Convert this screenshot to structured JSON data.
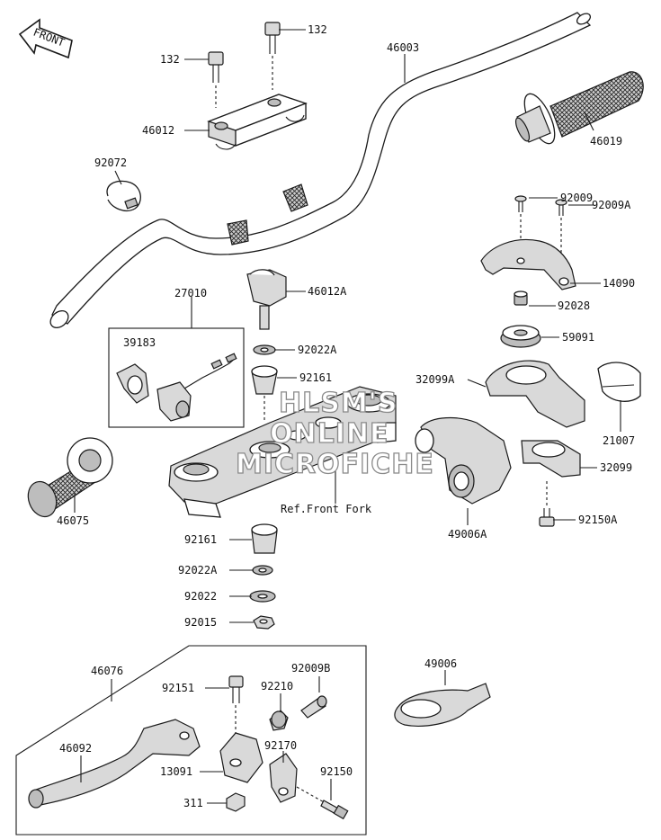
{
  "front_marker": "FRONT",
  "watermark": [
    "HLSM'S",
    "ONLINE",
    "MICROFICHE"
  ],
  "ref_note": "Ref.Front Fork",
  "parts": {
    "p132a": "132",
    "p132b": "132",
    "p46003": "46003",
    "p46012": "46012",
    "p46019": "46019",
    "p92072": "92072",
    "p92009": "92009",
    "p92009A": "92009A",
    "p14090": "14090",
    "p92028": "92028",
    "p59091": "59091",
    "p27010": "27010",
    "p46012A": "46012A",
    "p39183": "39183",
    "p92022A_top": "92022A",
    "p92161_top": "92161",
    "p32099A": "32099A",
    "p21007": "21007",
    "p32099": "32099",
    "p46075": "46075",
    "p49006A": "49006A",
    "p92150A": "92150A",
    "p92161_bot": "92161",
    "p92022A_bot": "92022A",
    "p92022": "92022",
    "p92015": "92015",
    "p46076": "46076",
    "p92151": "92151",
    "p92210": "92210",
    "p92009B": "92009B",
    "p49006": "49006",
    "p46092": "46092",
    "p92170": "92170",
    "p13091": "13091",
    "p92150": "92150",
    "p311": "311"
  }
}
